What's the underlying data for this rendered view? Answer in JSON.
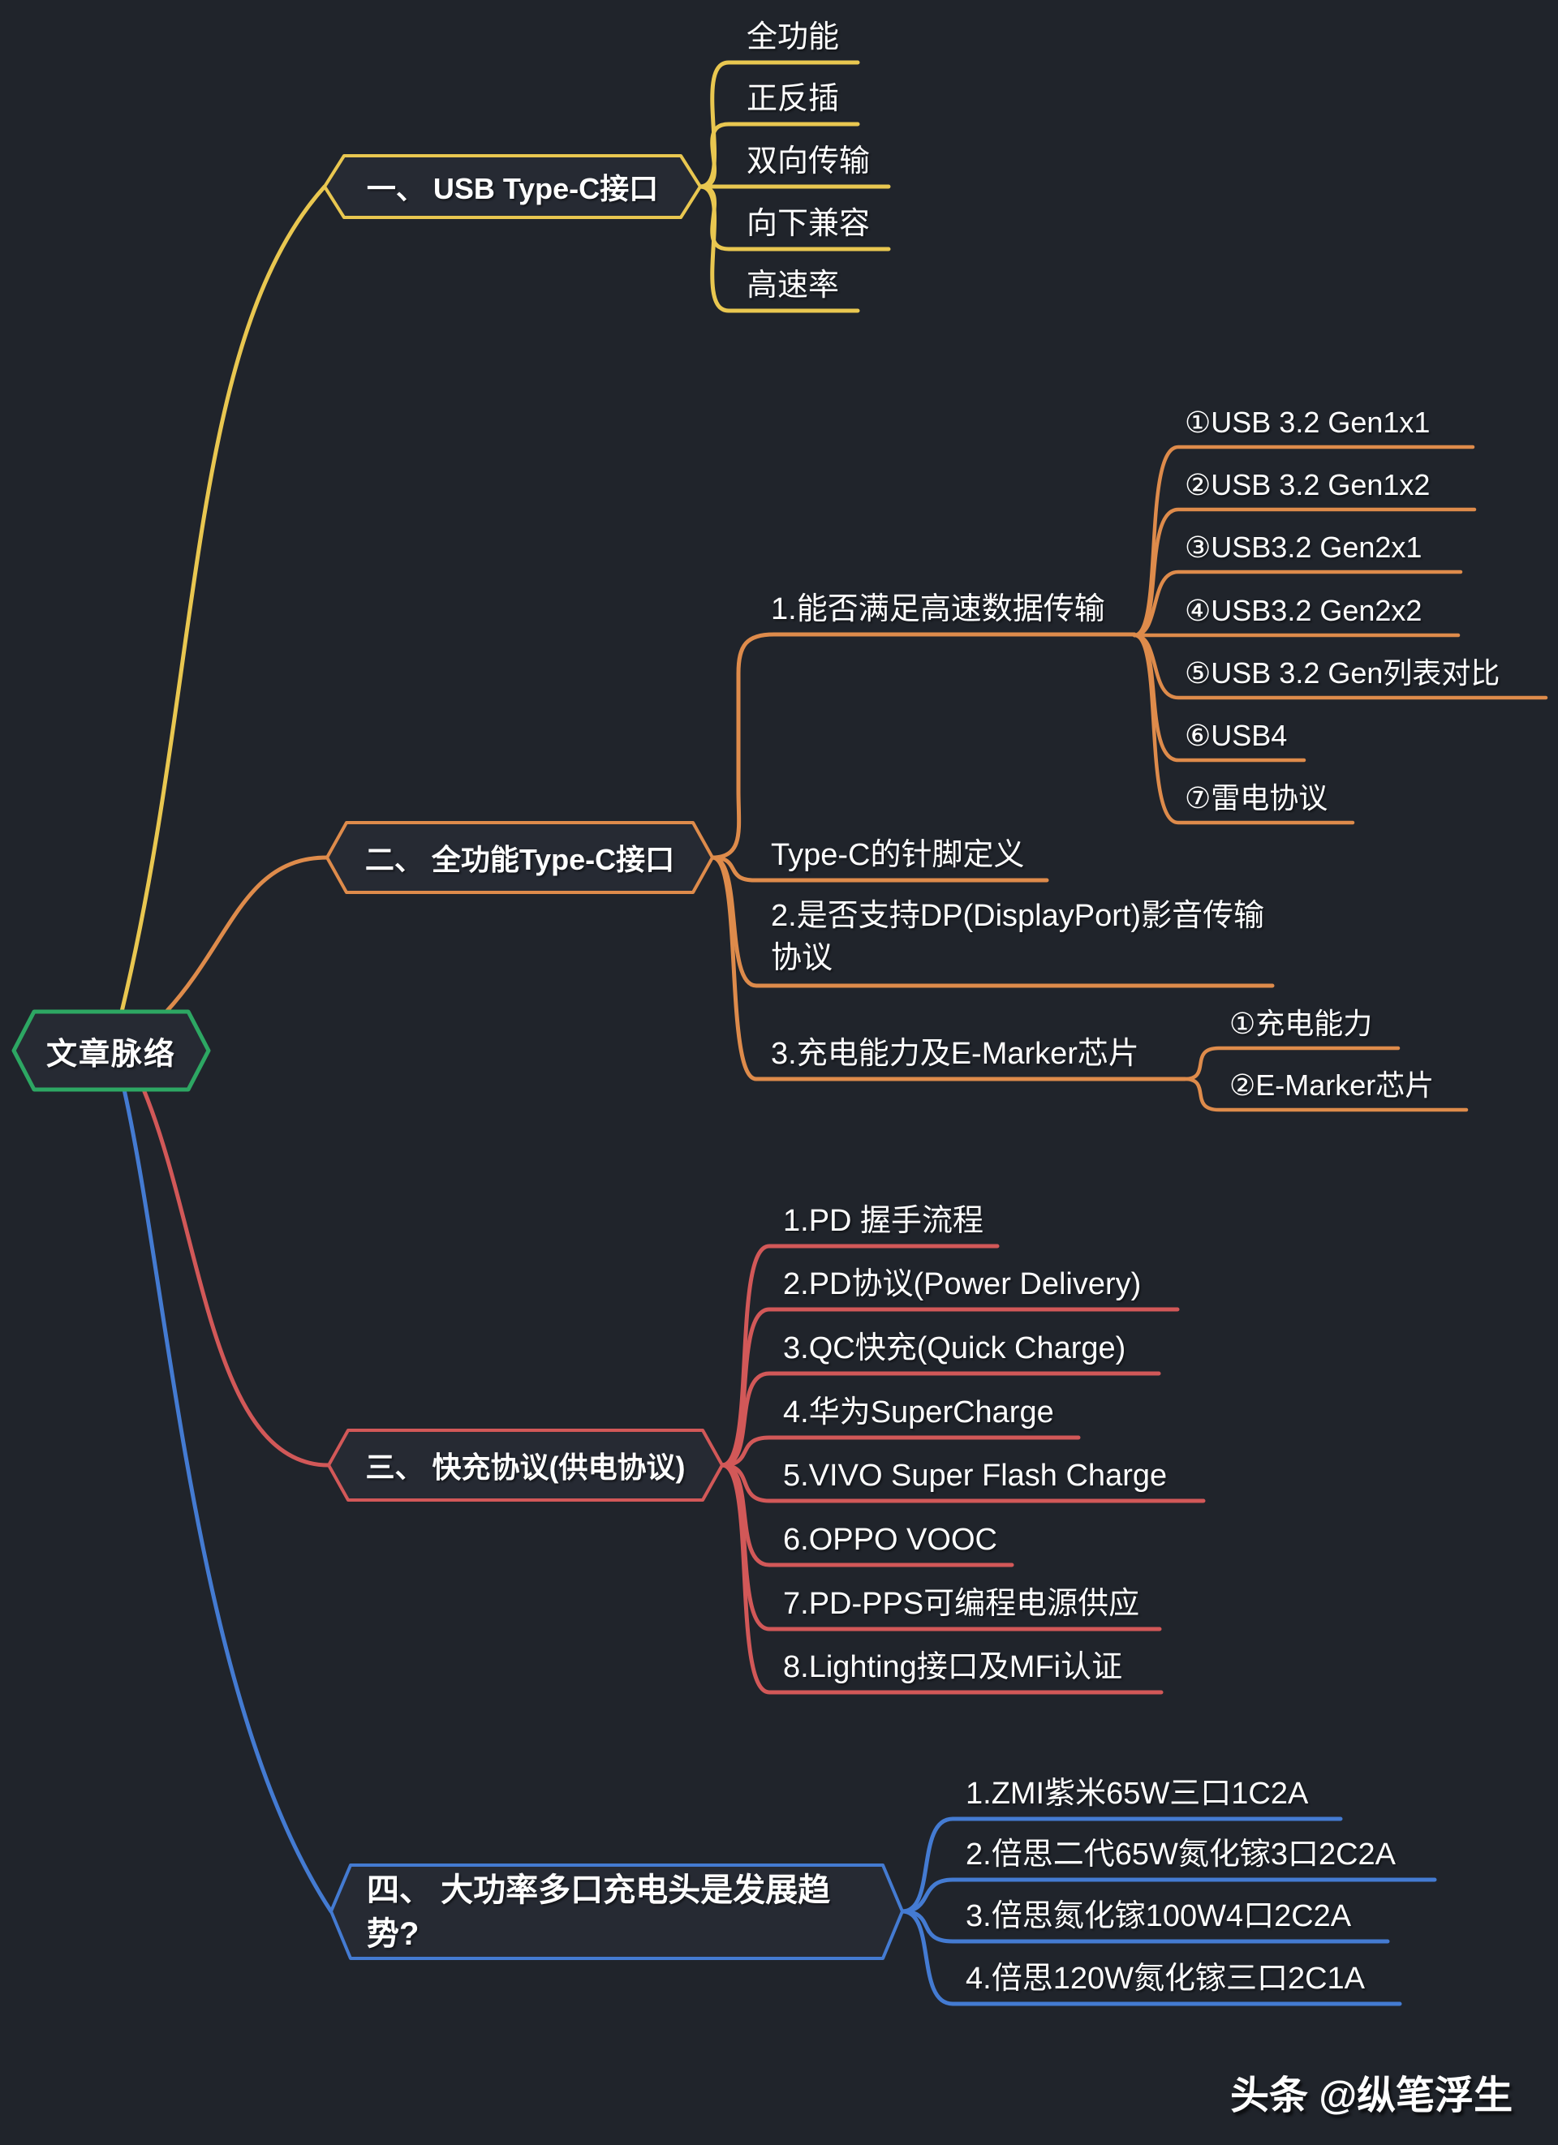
{
  "root": {
    "label": "文章脉络"
  },
  "branches": [
    {
      "label": "一、 USB Type-C接口",
      "children": [
        {
          "label": "全功能"
        },
        {
          "label": "正反插"
        },
        {
          "label": "双向传输"
        },
        {
          "label": "向下兼容"
        },
        {
          "label": "高速率"
        }
      ]
    },
    {
      "label": "二、 全功能Type-C接口",
      "children": [
        {
          "label": "1.能否满足高速数据传输",
          "children": [
            {
              "label": "①USB 3.2 Gen1x1"
            },
            {
              "label": "②USB 3.2 Gen1x2"
            },
            {
              "label": "③USB3.2 Gen2x1"
            },
            {
              "label": "④USB3.2 Gen2x2"
            },
            {
              "label": "⑤USB 3.2 Gen列表对比"
            },
            {
              "label": "⑥USB4"
            },
            {
              "label": "⑦雷电协议"
            }
          ]
        },
        {
          "label": "Type-C的针脚定义"
        },
        {
          "label": "2.是否支持DP(DisplayPort)影音传输协议"
        },
        {
          "label": "3.充电能力及E-Marker芯片",
          "children": [
            {
              "label": "①充电能力"
            },
            {
              "label": "②E-Marker芯片"
            }
          ]
        }
      ]
    },
    {
      "label": "三、 快充协议(供电协议)",
      "children": [
        {
          "label": "1.PD 握手流程"
        },
        {
          "label": "2.PD协议(Power Delivery)"
        },
        {
          "label": "3.QC快充(Quick Charge)"
        },
        {
          "label": "4.华为SuperCharge"
        },
        {
          "label": "5.VIVO Super Flash Charge"
        },
        {
          "label": "6.OPPO VOOC"
        },
        {
          "label": "7.PD-PPS可编程电源供应"
        },
        {
          "label": "8.Lighting接口及MFi认证"
        }
      ]
    },
    {
      "label": "四、 大功率多口充电头是发展趋势?",
      "children": [
        {
          "label": "1.ZMI紫米65W三口1C2A"
        },
        {
          "label": "2.倍思二代65W氮化镓3口2C2A"
        },
        {
          "label": "3.倍思氮化镓100W4口2C2A"
        },
        {
          "label": "4.倍思120W氮化镓三口2C1A"
        }
      ]
    }
  ],
  "watermark": {
    "label": "头条 @纵笔浮生"
  },
  "colors": {
    "background": "#20242b",
    "node_fill": "#262a33",
    "text": "#ffffff",
    "root_border": "#2da763",
    "branch_yellow": "#e9c750",
    "branch_orange": "#de8b4b",
    "branch_red": "#d25858",
    "branch_blue": "#447bd2"
  }
}
